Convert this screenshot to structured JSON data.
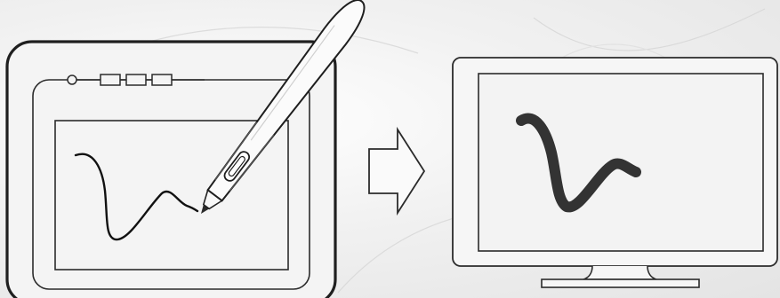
{
  "diagram": {
    "background_color": "#efefef",
    "line_color": "#2b2b2b",
    "stroke_color_screen": "#333333",
    "elements": [
      {
        "id": "tablet",
        "icon": "drawing-tablet-icon"
      },
      {
        "id": "stylus",
        "icon": "stylus-pen-icon"
      },
      {
        "id": "arrow",
        "icon": "arrow-right-icon"
      },
      {
        "id": "monitor",
        "icon": "monitor-icon"
      }
    ]
  }
}
